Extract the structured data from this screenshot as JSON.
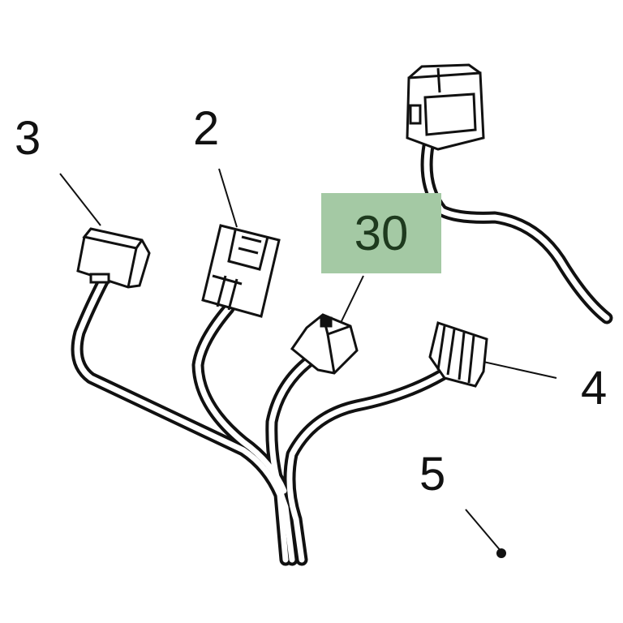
{
  "callouts": {
    "part_2": "2",
    "part_3": "3",
    "part_4": "4",
    "part_5": "5",
    "part_30": "30"
  },
  "colors": {
    "highlight_fill": "#a4c9a4",
    "highlight_text": "#1e3a1e",
    "line": "#111111",
    "background": "#ffffff"
  }
}
